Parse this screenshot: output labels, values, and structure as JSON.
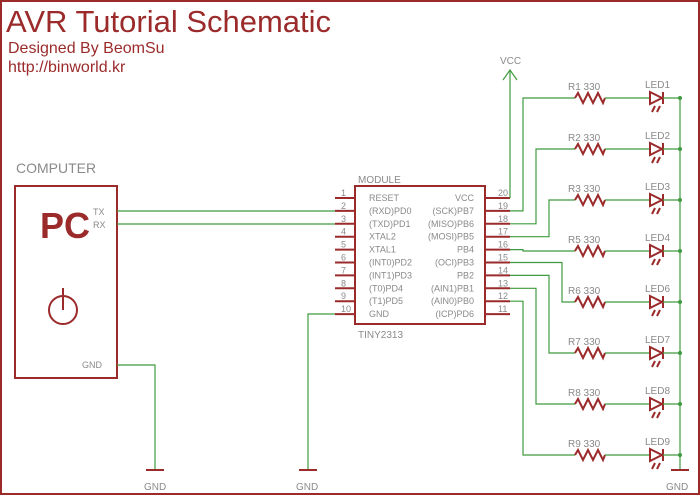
{
  "header": {
    "title": "AVR Tutorial Schematic",
    "designer": "Designed By BeomSu",
    "url": "http://binworld.kr"
  },
  "computer": {
    "label": "COMPUTER",
    "pc": "PC",
    "tx": "TX",
    "rx": "RX",
    "gnd": "GND"
  },
  "module": {
    "label": "MODULE",
    "part": "TINY2313",
    "left_pins": [
      {
        "num": "1",
        "name": "RESET"
      },
      {
        "num": "2",
        "name": "(RXD)PD0"
      },
      {
        "num": "3",
        "name": "(TXD)PD1"
      },
      {
        "num": "4",
        "name": "XTAL2"
      },
      {
        "num": "5",
        "name": "XTAL1"
      },
      {
        "num": "6",
        "name": "(INT0)PD2"
      },
      {
        "num": "7",
        "name": "(INT1)PD3"
      },
      {
        "num": "8",
        "name": "(T0)PD4"
      },
      {
        "num": "9",
        "name": "(T1)PD5"
      },
      {
        "num": "10",
        "name": "GND"
      }
    ],
    "right_pins": [
      {
        "num": "20",
        "name": "VCC"
      },
      {
        "num": "19",
        "name": "(SCK)PB7"
      },
      {
        "num": "18",
        "name": "(MISO)PB6"
      },
      {
        "num": "17",
        "name": "(MOSI)PB5"
      },
      {
        "num": "16",
        "name": "PB4"
      },
      {
        "num": "15",
        "name": "(OCI)PB3"
      },
      {
        "num": "14",
        "name": "PB2"
      },
      {
        "num": "13",
        "name": "(AIN1)PB1"
      },
      {
        "num": "12",
        "name": "(AIN0)PB0"
      },
      {
        "num": "11",
        "name": "(ICP)PD6"
      }
    ]
  },
  "vcc_label": "VCC",
  "gnd_labels": [
    "GND",
    "GND",
    "GND"
  ],
  "led_rows": [
    {
      "resistor": "R1  330",
      "led": "LED1"
    },
    {
      "resistor": "R2  330",
      "led": "LED2"
    },
    {
      "resistor": "R3  330",
      "led": "LED3"
    },
    {
      "resistor": "R5  330",
      "led": "LED4"
    },
    {
      "resistor": "R6  330",
      "led": "LED6"
    },
    {
      "resistor": "R7  330",
      "led": "LED7"
    },
    {
      "resistor": "R8  330",
      "led": "LED8"
    },
    {
      "resistor": "R9  330",
      "led": "LED9"
    }
  ],
  "colors": {
    "frame": "#9b2b2b",
    "wire": "#3f9a3f",
    "text": "#9b2b2b",
    "label": "#8a8a8a"
  }
}
